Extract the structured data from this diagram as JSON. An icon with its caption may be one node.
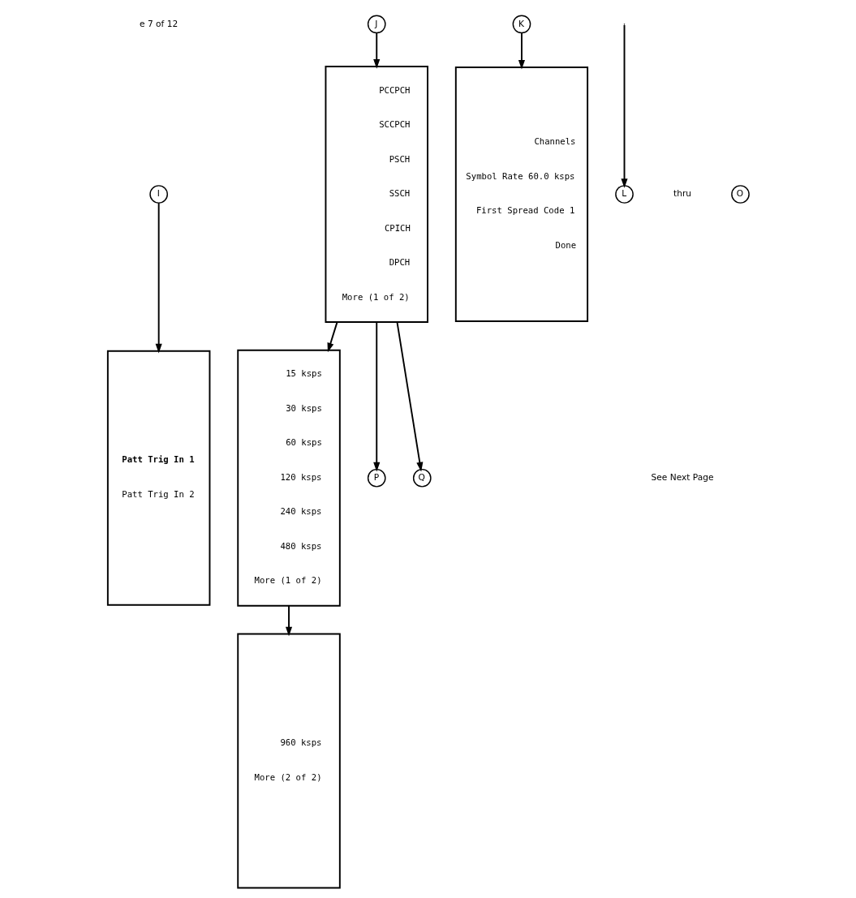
{
  "diagram": {
    "nodes": [
      {
        "text": [
          "I"
        ]
      },
      {
        "text": [
          "Patt Trig In 1",
          "Patt Trig In 2"
        ]
      },
      {
        "text": [
          "J"
        ]
      },
      {
        "text": [
          "PCCPCH",
          "SCCPCH",
          "PSCH",
          "SSCH",
          "CPICH",
          "DPCH",
          "More (1 of 2)"
        ]
      },
      {
        "text": [
          "15 ksps",
          "30 ksps",
          "60 ksps",
          "120 ksps",
          "240 ksps",
          "480 ksps",
          "More (1 of 2)"
        ]
      },
      {
        "text": [
          "960 ksps",
          "More (2 of 2)"
        ]
      },
      {
        "text": [
          "K"
        ]
      },
      {
        "text": [
          "Channels",
          "Symbol Rate 60.0 ksps",
          "First Spread Code 1",
          "Done"
        ]
      },
      {
        "text": [
          "P"
        ]
      },
      {
        "text": [
          "Q"
        ]
      },
      {
        "text": [
          "L"
        ]
      },
      {
        "text": [
          "O"
        ]
      }
    ],
    "edges": [
      {
        "from": 0,
        "to": 1,
        "arrow": "to"
      },
      {
        "from": 2,
        "to": 3,
        "arrow": "to"
      },
      {
        "from": 3,
        "to": 4,
        "arrow": "to"
      },
      {
        "from": 4,
        "to": 5,
        "arrow": "to"
      },
      {
        "from": 6,
        "to": 7,
        "arrow": "to"
      },
      {
        "from": 3,
        "to": 8,
        "arrow": "to"
      },
      {
        "from": 3,
        "to": 9,
        "arrow": "to"
      },
      {
        "from": null,
        "to": 10,
        "arrow": "to"
      }
    ],
    "labels": [
      "e 7 of 12",
      "thru",
      "See Next Page"
    ]
  }
}
